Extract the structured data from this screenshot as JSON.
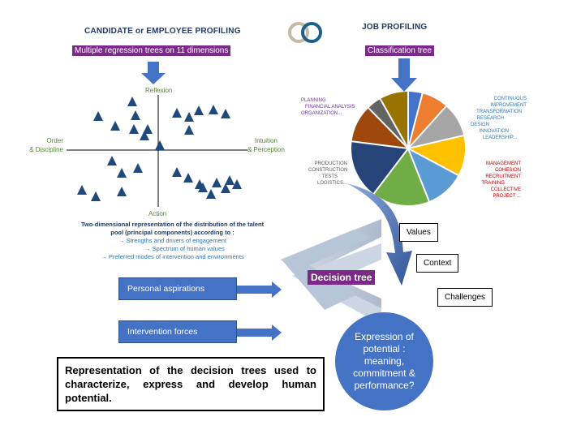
{
  "left_header": "CANDIDATE or EMPLOYEE PROFILING",
  "right_header": "JOB PROFILING",
  "left_band": "Multiple regression trees on 11 dimensions",
  "right_band": "Classification tree",
  "axes": {
    "top": "Reflexion",
    "bottom": "Action",
    "left_l1": "Order",
    "left_l2": "& Discipline",
    "right_l1": "Intuition",
    "right_l2": "&  Perception"
  },
  "description": {
    "bold": "Two-dimensional representation of the distribution of the talent pool (principal components) according to :",
    "lines": [
      "→  Strengths and drivers of engagement",
      "→  Spectrum of human values",
      "→  Preferred modes of intervention and environments"
    ]
  },
  "pie_labels": {
    "top_left": [
      "PLANNING",
      "FINANCIAL ANALYSIS",
      "ORGANIZATION..."
    ],
    "top_right": [
      "CONTINUOUS IMPROVEMENT",
      "TRANSFORMATION",
      "RESEARCH",
      "DESIGN",
      "INNOVATION",
      "LEADERSHIP..."
    ],
    "right": [
      "MANAGEMENT",
      "COHESION",
      "RECRUITMENT",
      "TRAINING",
      "COLLECTIVE PROJECT ..."
    ],
    "left": [
      "PRODUCTION",
      "CONSTRUCTION",
      "TESTS",
      "LOGISTICS..."
    ]
  },
  "colors": {
    "purple": "#7b2a8a",
    "blue": "#4472c4",
    "navy": "#1f3864",
    "green_text": "#548235",
    "red_text": "#c00000"
  },
  "boxes": {
    "values": "Values",
    "context": "Context",
    "challenges": "Challenges"
  },
  "decision_tree": "Decision tree",
  "personal": "Personal aspirations",
  "intervention": "Intervention forces",
  "circle": {
    "l1": "Expression of",
    "l2": "potential :",
    "l3": "meaning,",
    "l4": "commitment &",
    "l5": "performance?"
  },
  "note": "Representation of the decision trees used to characterize, express and develop human potential."
}
